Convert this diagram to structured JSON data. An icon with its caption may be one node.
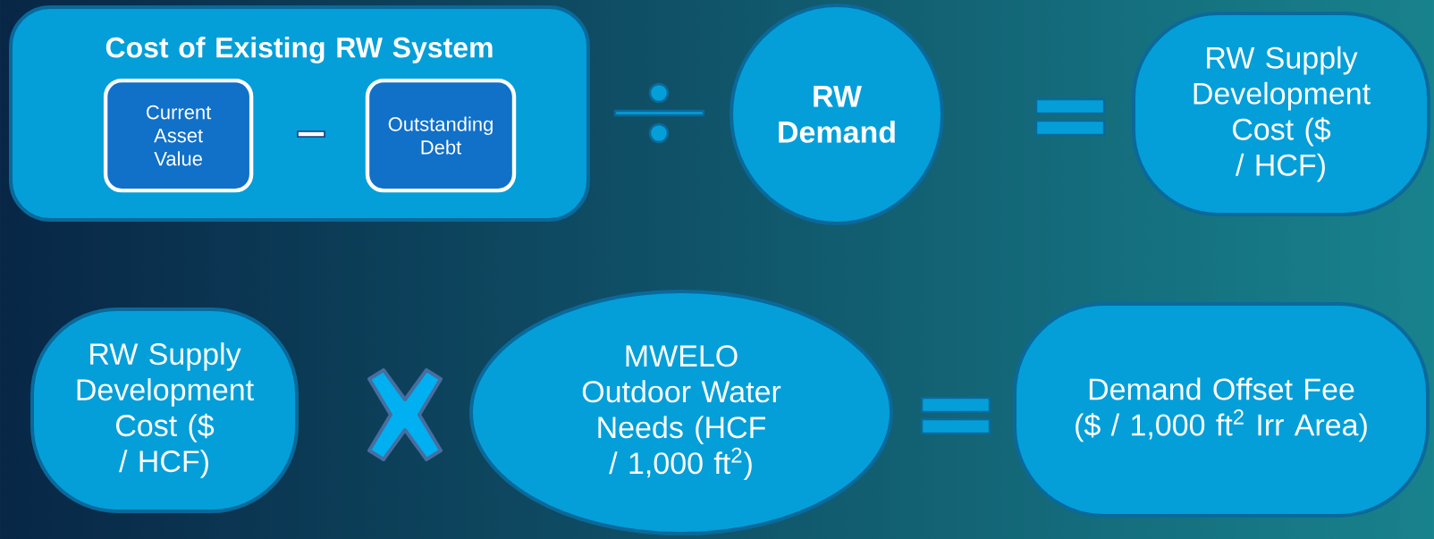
{
  "diagram": {
    "nodes": [
      {
        "text": [
          "Cost of Existing RW System"
        ]
      },
      {
        "text": [
          "Current Asset Value"
        ],
        "in": 0
      },
      {
        "text": [
          "Outstanding Debt"
        ],
        "in": 0
      },
      {
        "text": [
          "RW Demand"
        ]
      },
      {
        "text": [
          "RW Supply Development Cost ($ / HCF)"
        ]
      },
      {
        "text": [
          "RW Supply Development Cost ($ / HCF)"
        ]
      },
      {
        "text": [],
        "shape": "cross"
      },
      {
        "text": [
          "MWELO Outdoor Water Needs (HCF / 1,000 ft$^{2}$)"
        ]
      },
      {
        "text": [
          "Demand Offset Fee ($ / 1,000 ft$^{2}$ Irr Area)"
        ]
      }
    ]
  }
}
